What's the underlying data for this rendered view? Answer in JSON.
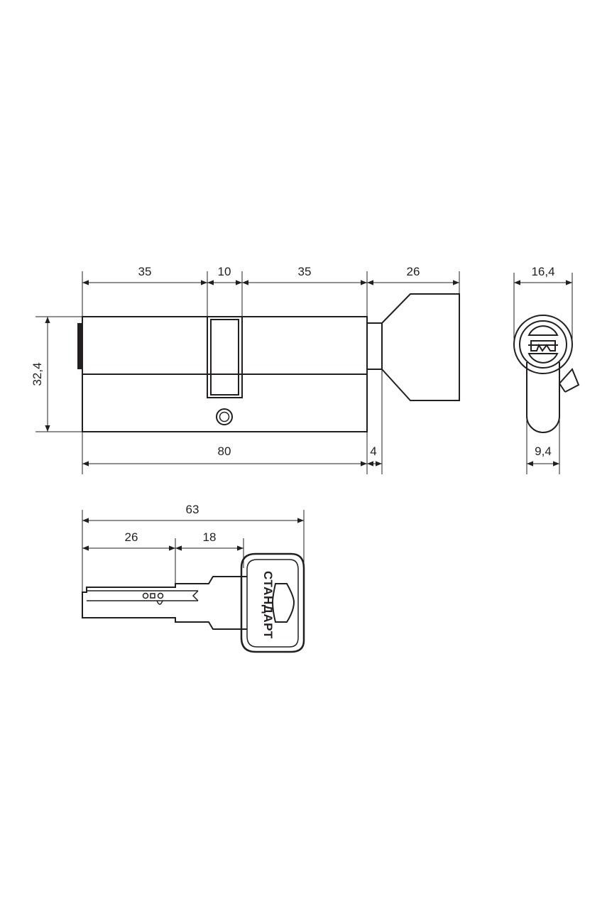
{
  "dimensions": {
    "left_section": "35",
    "cam_section": "10",
    "right_section": "35",
    "knob_length": "26",
    "profile_width": "16,4",
    "height": "32,4",
    "total_length": "80",
    "knob_gap": "4",
    "bottom_width": "9,4",
    "key_total_length": "63",
    "key_blade_part": "26",
    "key_mid_part": "18"
  },
  "key": {
    "brand": "СТАНДАРТ"
  },
  "colors": {
    "line": "#231f20",
    "background": "#ffffff"
  }
}
